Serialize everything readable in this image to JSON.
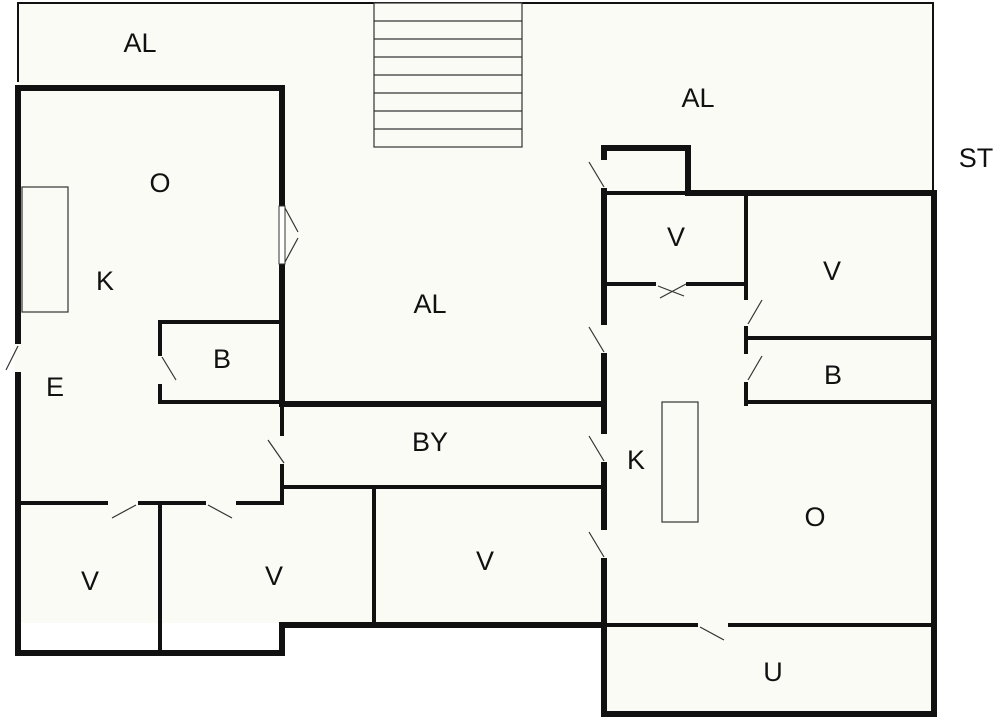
{
  "plan": {
    "labels": {
      "al_top_left": "AL",
      "al_top_right": "AL",
      "al_center": "AL",
      "st": "ST",
      "o_left": "O",
      "k_left": "K",
      "b_left": "B",
      "e_left": "E",
      "by_center": "BY",
      "v_bottom_1": "V",
      "v_bottom_2": "V",
      "v_bottom_3": "V",
      "v_right_small": "V",
      "v_right_large": "V",
      "b_right": "B",
      "k_right": "K",
      "o_right": "O",
      "u_bottom_right": "U"
    }
  }
}
